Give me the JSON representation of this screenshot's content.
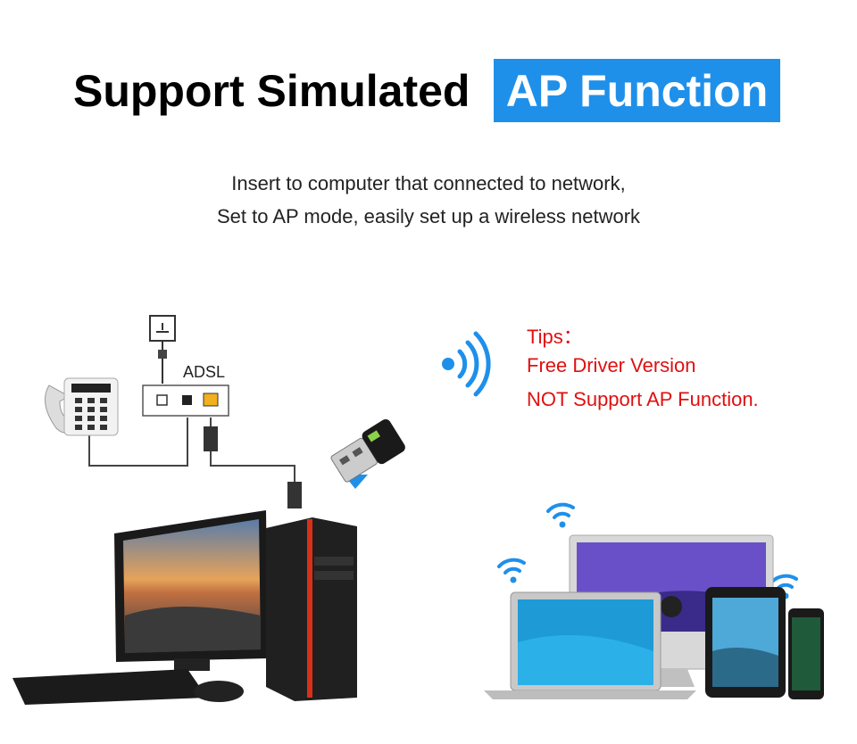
{
  "title": {
    "part1": "Support Simulated",
    "part2": "AP Function"
  },
  "subtitle": {
    "line1": "Insert to computer that connected to network,",
    "line2": "Set to AP mode, easily set up a wireless network"
  },
  "tips": {
    "heading": "Tips：",
    "line1": "Free Driver Version",
    "line2": "NOT Support AP Function."
  },
  "diagram": {
    "modem_label": "ADSL"
  },
  "colors": {
    "accent_blue": "#1f90ea",
    "tips_red": "#e01010"
  }
}
